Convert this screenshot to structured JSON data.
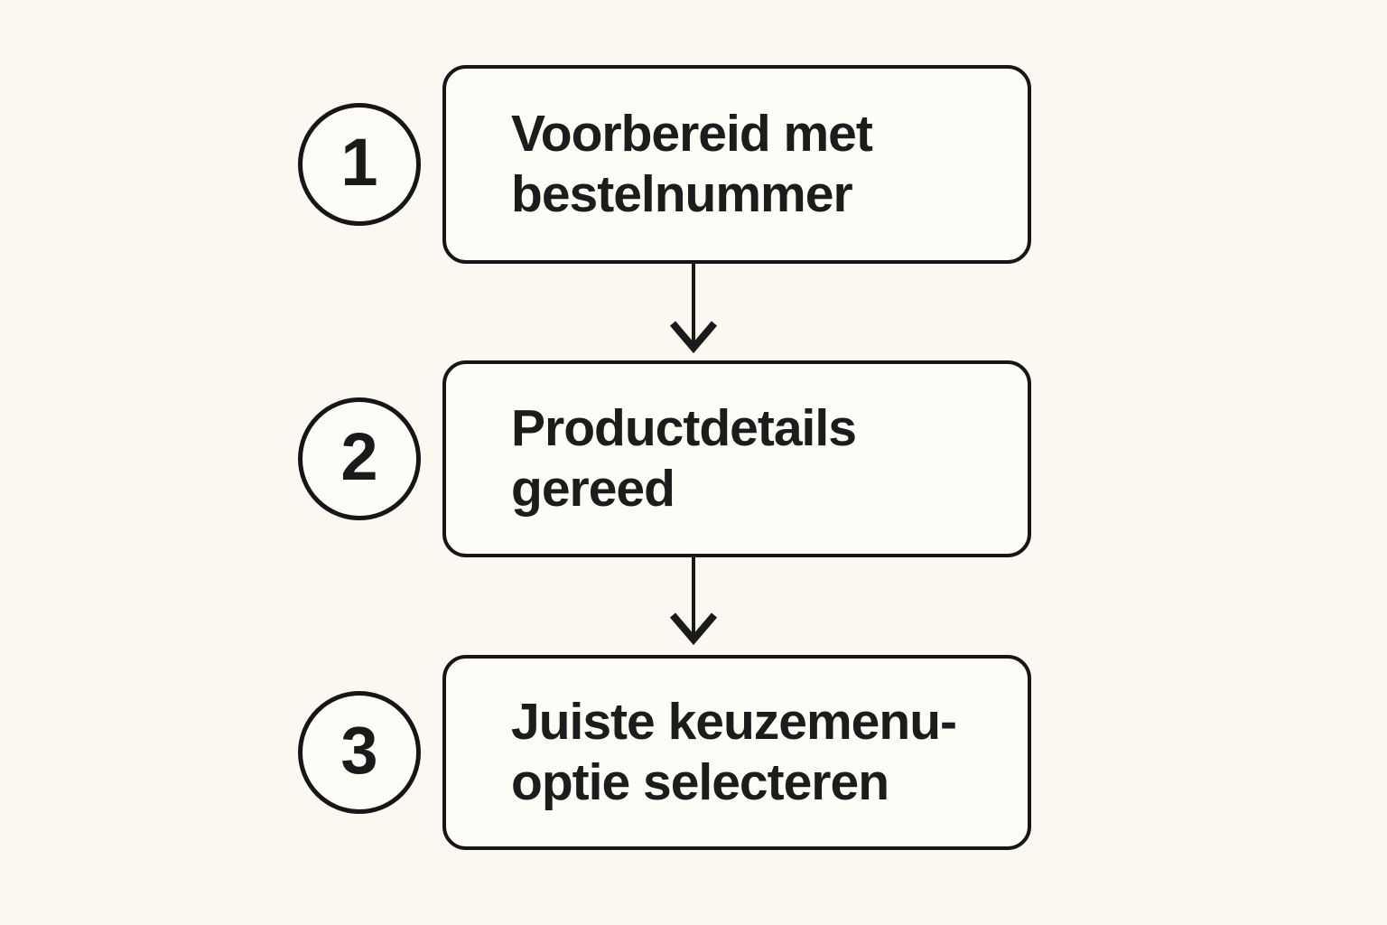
{
  "diagram": {
    "type": "flowchart",
    "direction": "top-down",
    "steps": [
      {
        "number": "1",
        "label": "Voorbereid met bestelnummer",
        "lines": [
          "Voorbereid met",
          "bestelnummer"
        ]
      },
      {
        "number": "2",
        "label": "Productdetails gereed",
        "lines": [
          "Productdetails",
          "gereed"
        ]
      },
      {
        "number": "3",
        "label": "Juiste keuzemenu-optie selecteren",
        "lines": [
          "Juiste keuzemenu-",
          "optie selecteren"
        ]
      }
    ],
    "connectors": [
      {
        "from": "1",
        "to": "2",
        "style": "arrow-down"
      },
      {
        "from": "2",
        "to": "3",
        "style": "arrow-down"
      }
    ],
    "colors": {
      "background": "#faf8f1",
      "box_fill": "#fdfcf6",
      "ink": "#1a1a1a"
    }
  }
}
